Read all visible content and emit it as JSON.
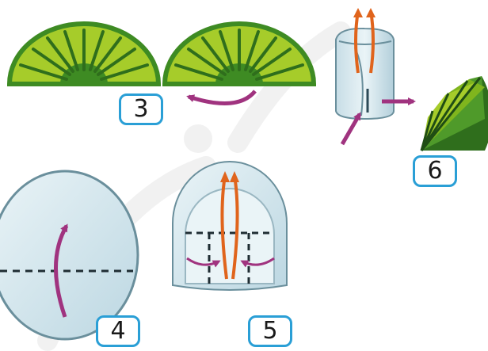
{
  "step_labels": {
    "three": "3",
    "four": "4",
    "five": "5",
    "six": "6"
  },
  "colors": {
    "fan_light": "#a6cc2a",
    "fan_mid": "#7fb51d",
    "fan_dark": "#2f6e1c",
    "fan_rim": "#3e8b23",
    "paper_light": "#dcecf2",
    "paper_mid": "#bcd7e2",
    "paper_outline": "#6a8f9c",
    "arrow_purple": "#a0337f",
    "stick_orange": "#e0641c",
    "label_border": "#2a9fd6",
    "watermark": "#c8c8c8"
  },
  "icons": {
    "fan": "fan-icon",
    "curved_arrow": "curved-arrow-icon",
    "straight_arrow": "arrow-right-icon"
  }
}
